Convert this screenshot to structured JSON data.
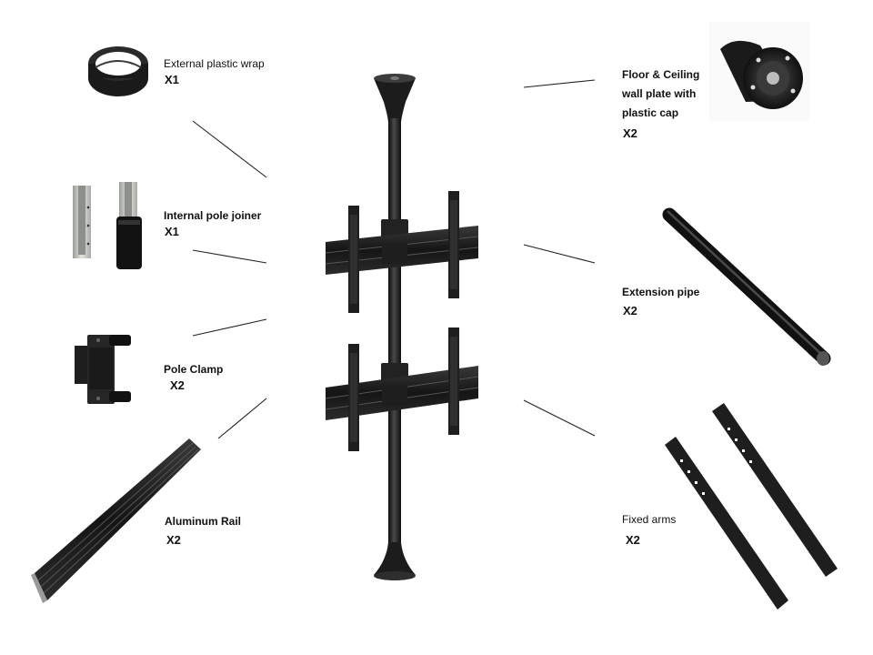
{
  "parts": {
    "plastic_wrap": {
      "label": "External plastic wrap",
      "qty": "X1"
    },
    "pole_joiner": {
      "label": "Internal pole joiner",
      "qty": "X1"
    },
    "pole_clamp": {
      "label": "Pole Clamp",
      "qty": "X2"
    },
    "aluminum_rail": {
      "label": "Aluminum Rail",
      "qty": "X2"
    },
    "floor_ceiling_plate": {
      "label_lines": [
        "Floor & Ceiling",
        "wall plate with",
        "plastic cap"
      ],
      "qty": "X2"
    },
    "extension_pipe": {
      "label": "Extension pipe",
      "qty": "X2"
    },
    "fixed_arms": {
      "label": "Fixed arms",
      "qty": "X2"
    }
  },
  "colors": {
    "background": "#ffffff",
    "metal_black": "#1a1a1a",
    "metal_highlight": "#5a5a5a",
    "silver": "#c9ccc7",
    "leader_line": "#222222"
  }
}
